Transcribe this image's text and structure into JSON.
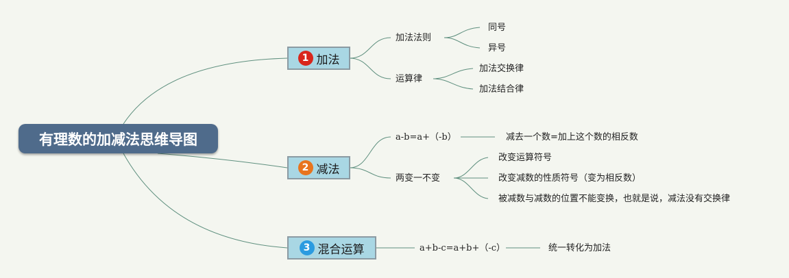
{
  "root": {
    "title": "有理数的加减法思维导图"
  },
  "branches": [
    {
      "number": "1",
      "label": "加法",
      "badge_color": "#d9261c",
      "children": [
        {
          "label": "加法法则",
          "children": [
            "同号",
            "异号"
          ]
        },
        {
          "label": "运算律",
          "children": [
            "加法交换律",
            "加法结合律"
          ]
        }
      ]
    },
    {
      "number": "2",
      "label": "减法",
      "badge_color": "#e8741e",
      "children": [
        {
          "label": "a-b=a+（-b）",
          "children": [
            "减去一个数=加上这个数的相反数"
          ]
        },
        {
          "label": "两变一不变",
          "children": [
            "改变运算符号",
            "改变减数的性质符号（变为相反数）",
            "被减数与减数的位置不能变换，也就是说，减法没有交换律"
          ]
        }
      ]
    },
    {
      "number": "3",
      "label": "混合运算",
      "badge_color": "#2b9be0",
      "children": [
        {
          "label": "a+b-c=a+b+（-c）",
          "children": [
            "统一转化为加法"
          ]
        }
      ]
    }
  ],
  "colors": {
    "line": "#5e8f7e",
    "root_bg": "#4f6b8b",
    "topic_bg": "#a9d7e4",
    "topic_border": "#8b9aa2",
    "background": "#f4f6f0"
  }
}
